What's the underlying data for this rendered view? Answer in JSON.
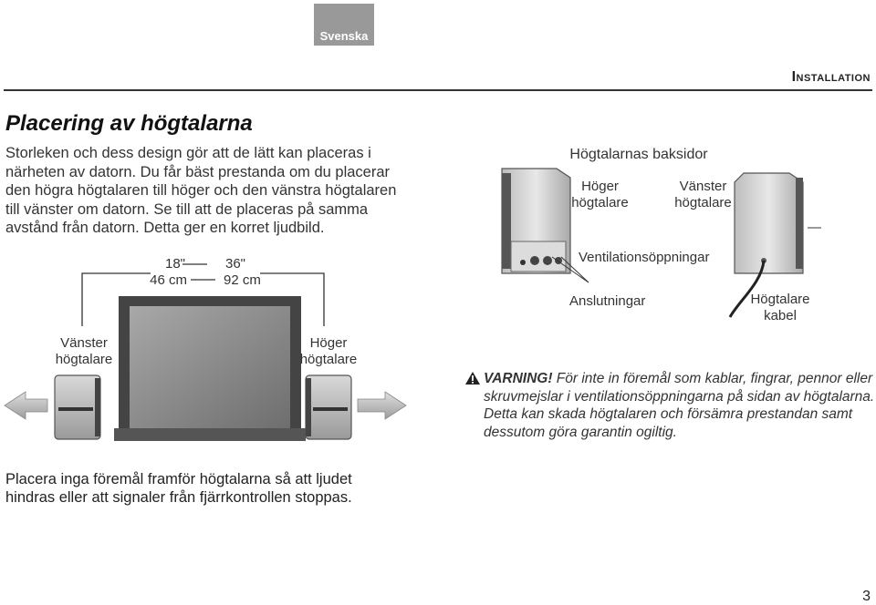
{
  "header": {
    "language_tab": "Svenska",
    "section": "Installation"
  },
  "title": "Placering av högtalarna",
  "intro": [
    "Storleken och dess design gör att de lätt kan placeras i",
    "närheten av datorn. Du får bäst prestanda om du placerar",
    "den högra högtalaren till höger och den vänstra högtalaren",
    "till vänster om datorn. Se till att de placeras på samma",
    "avstånd från datorn. Detta ger en korret ljudbild."
  ],
  "placement_diagram": {
    "distance_in": "18\"",
    "distance_in_max": "36\"",
    "distance_cm": "46 cm",
    "distance_cm_max": "92 cm",
    "left_label": [
      "Vänster",
      "högtalare"
    ],
    "right_label": [
      "Höger",
      "högtalare"
    ]
  },
  "rear_diagram": {
    "title": "Högtalarnas baksidor",
    "right_label": [
      "Höger",
      "högtalare"
    ],
    "left_label": [
      "Vänster",
      "högtalare"
    ],
    "vents": "Ventilationsöppningar",
    "connections": "Anslutningar",
    "cable": [
      "Högtalare",
      "kabel"
    ]
  },
  "warning": {
    "label": "VARNING!",
    "text": " För inte in föremål som kablar, fingrar, pennor eller skruvmejslar i ventilationsöppningarna på sidan av högtalarna. Detta kan skada högtalaren och försämra prestandan samt dessutom göra garantin ogiltig."
  },
  "bottom_note": [
    "Placera inga föremål framför högtalarna så att ljudet",
    "hindras eller att signaler från fjärrkontrollen stoppas."
  ],
  "page_number": "3"
}
